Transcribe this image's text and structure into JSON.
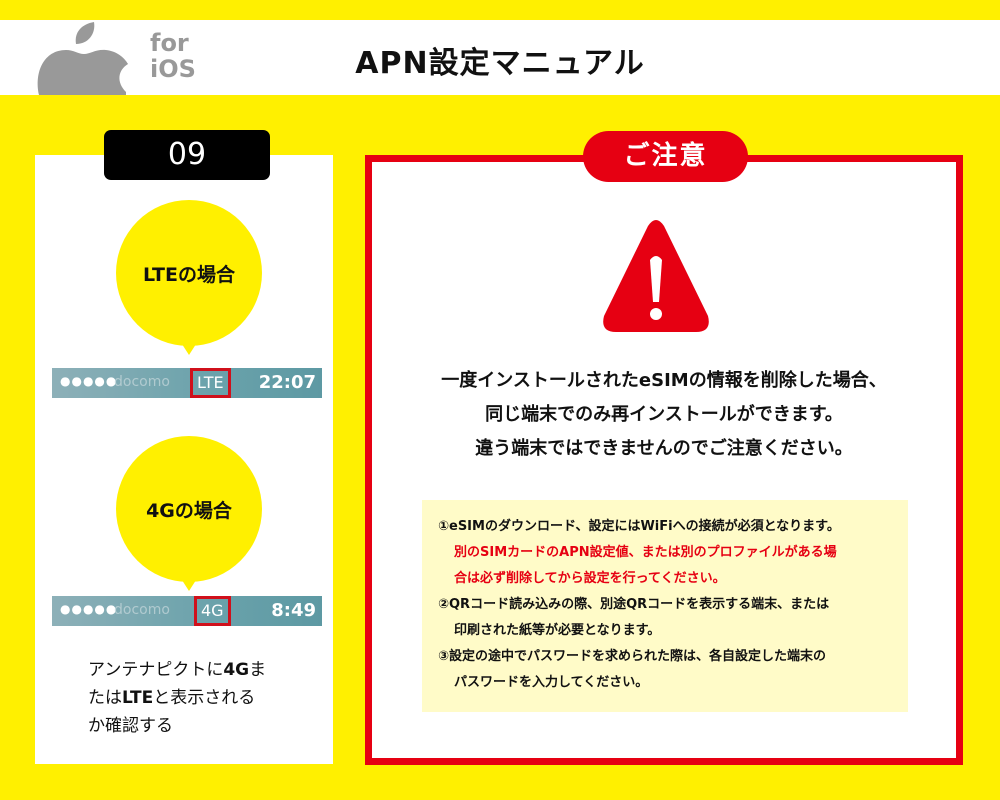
{
  "header": {
    "logo_icon": "apple-icon",
    "platform_line1": "for",
    "platform_line2": "iOS",
    "title": "APN設定マニュアル"
  },
  "step": {
    "number": "09",
    "lte": {
      "bubble_label": "LTEの場合",
      "statusbar": {
        "signal": "●●●●●",
        "carrier": "docomo",
        "network": "LTE",
        "time": "22:07"
      }
    },
    "g4": {
      "bubble_label": "4Gの場合",
      "statusbar": {
        "signal": "●●●●●",
        "carrier": "docomo",
        "network": "4G",
        "time": "8:49"
      }
    },
    "description": {
      "part1": "アンテナピクトに",
      "bold1": "4G",
      "part2": "ま",
      "part3": "たは",
      "bold2": "LTE",
      "part4": "と表示される",
      "part5": "か確認する"
    }
  },
  "notice": {
    "tab_label": "ご注意",
    "icon": "warning-icon",
    "main_lines": [
      "一度インストールされたeSIMの情報を削除した場合、",
      "同じ端末でのみ再インストールができます。",
      "違う端末ではできませんのでご注意ください。"
    ],
    "notes": {
      "n1": "①eSIMのダウンロード、設定にはWiFiへの接続が必須となります。",
      "n1_red_a": "別のSIMカードのAPN設定値、または別のプロファイルがある場",
      "n1_red_b": "合は必ず削除してから設定を行ってください。",
      "n2_a": "②QRコード読み込みの際、別途QRコードを表示する端末、または",
      "n2_b": "印刷された紙等が必要となります。",
      "n3_a": "③設定の途中でパスワードを求められた際は、各自設定した端末の",
      "n3_b": "パスワードを入力してください。"
    }
  },
  "colors": {
    "background": "#FFF000",
    "accent_red": "#E60012",
    "note_bg": "#FFFBC8",
    "badge": "#000000"
  }
}
